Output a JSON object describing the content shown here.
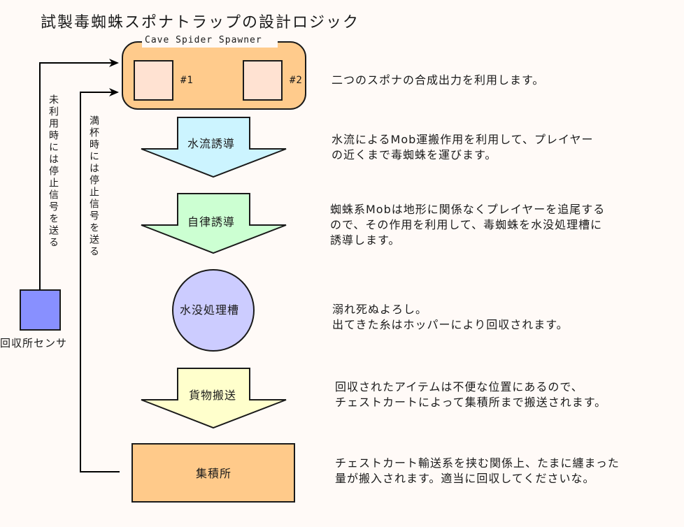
{
  "title": "試製毒蜘蛛スポナトラップの設計ロジック",
  "colors": {
    "background": "#fffaf7",
    "spawner_fill": "#ffcb8c",
    "spawner_cell_fill": "#ffe2d2",
    "water_arrow_fill": "#ccf4ff",
    "auto_arrow_fill": "#ccffd2",
    "drown_tank_fill": "#ccccff",
    "cargo_arrow_fill": "#ffffcc",
    "storage_fill": "#ffca8a",
    "sensor_fill": "#8890ff",
    "stroke": "#1a1a1a"
  },
  "spawner": {
    "label": "Cave Spider Spawner",
    "cells": [
      {
        "label": "#1"
      },
      {
        "label": "#2"
      }
    ]
  },
  "flow_steps": [
    {
      "id": "water",
      "label": "水流誘導",
      "shape": "arrow"
    },
    {
      "id": "auto",
      "label": "自律誘導",
      "shape": "arrow"
    },
    {
      "id": "drown",
      "label": "水没処理槽",
      "shape": "circle"
    },
    {
      "id": "cargo",
      "label": "貨物搬送",
      "shape": "arrow"
    },
    {
      "id": "storage",
      "label": "集積所",
      "shape": "rect"
    }
  ],
  "sensor": {
    "label": "回収所センサ"
  },
  "signals": {
    "unused": "未利用時には停止信号を送る",
    "full": "満杯時には停止信号を送る"
  },
  "descriptions": {
    "spawner": [
      "二つのスポナの合成出力を利用します。"
    ],
    "water": [
      "水流によるMob運搬作用を利用して、プレイヤー",
      "の近くまで毒蜘蛛を運びます。"
    ],
    "auto": [
      "蜘蛛系Mobは地形に関係なくプレイヤーを追尾する",
      "ので、その作用を利用して、毒蜘蛛を水没処理槽に",
      "誘導します。"
    ],
    "drown": [
      "溺れ死ぬよろし。",
      "出てきた糸はホッパーにより回収されます。"
    ],
    "cargo": [
      "回収されたアイテムは不便な位置にあるので、",
      "チェストカートによって集積所まで搬送されます。"
    ],
    "storage": [
      "チェストカート輸送系を挟む関係上、たまに纏まった",
      "量が搬入されます。適当に回収してくださいな。"
    ]
  }
}
